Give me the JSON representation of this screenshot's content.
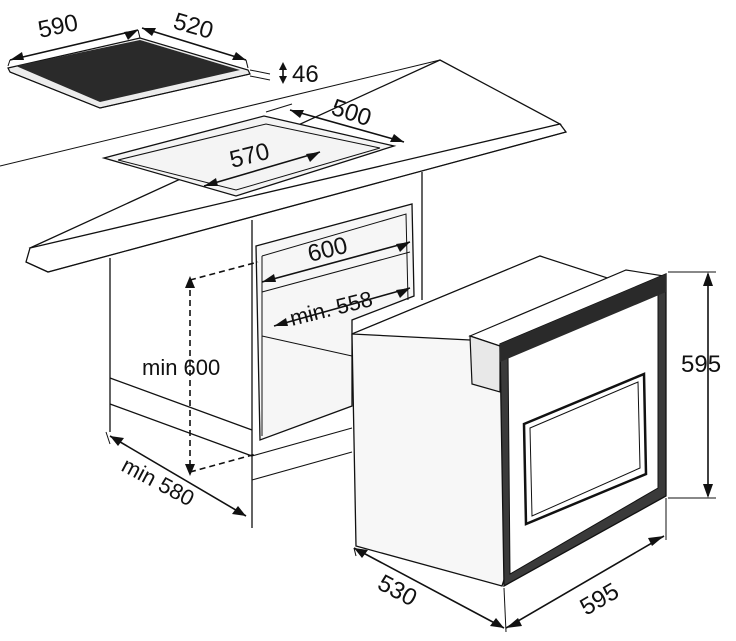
{
  "colors": {
    "ink": "#111111",
    "hob_top": "#2a2a2a",
    "hob_frame": "#e6e6e6",
    "counter_top": "#ffffff",
    "cabinet_shade": "#f2f2f2",
    "oven_side": "#f7f7f7",
    "oven_front": "#3a3a3a",
    "oven_glass": "#ffffff"
  },
  "dimensions": {
    "hob_width": "590",
    "hob_depth": "520",
    "hob_height": "46",
    "cutout_depth": "500",
    "cutout_width": "570",
    "niche_width": "600",
    "niche_min_width": "min. 558",
    "niche_min_height": "min 600",
    "niche_min_depth": "min 580",
    "oven_height": "595",
    "oven_depth": "530",
    "oven_width": "595"
  }
}
